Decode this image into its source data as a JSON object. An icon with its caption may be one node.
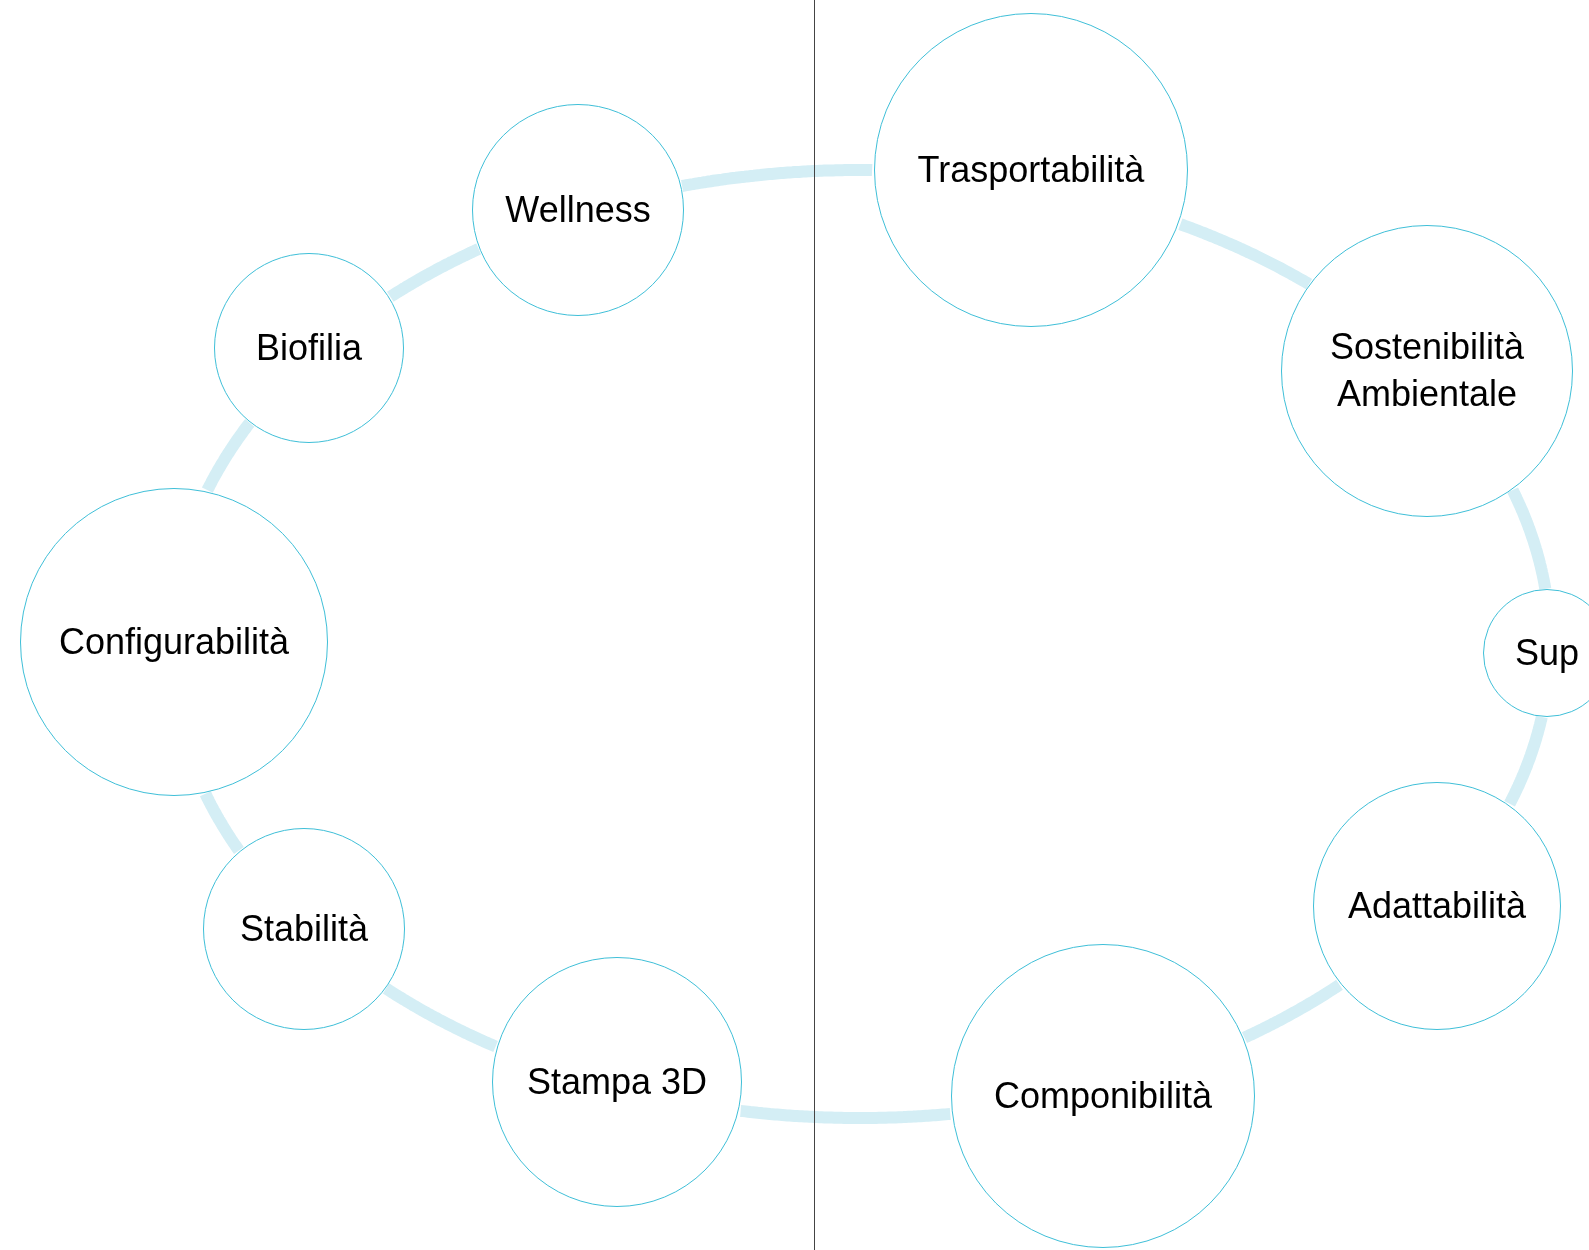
{
  "diagram": {
    "nodes": [
      {
        "text": [
          "Wellness"
        ]
      },
      {
        "text": [
          "Biofilia"
        ]
      },
      {
        "text": [
          "Configurabilità"
        ]
      },
      {
        "text": [
          "Stabilità"
        ]
      },
      {
        "text": [
          "Stampa 3D"
        ]
      },
      {
        "text": [
          "Trasportabilità"
        ]
      },
      {
        "text": [
          "Sostenibilità Ambientale"
        ]
      },
      {
        "text": [
          "Sup"
        ]
      },
      {
        "text": [
          "Adattabilità"
        ]
      },
      {
        "text": [
          "Componibilità"
        ]
      }
    ],
    "edges": [
      {
        "from": 0,
        "to": 5,
        "arrow": "none"
      },
      {
        "from": 5,
        "to": 6,
        "arrow": "none"
      },
      {
        "from": 6,
        "to": 7,
        "arrow": "none"
      },
      {
        "from": 7,
        "to": 8,
        "arrow": "none"
      },
      {
        "from": 8,
        "to": 9,
        "arrow": "none"
      },
      {
        "from": 9,
        "to": 4,
        "arrow": "none"
      },
      {
        "from": 4,
        "to": 3,
        "arrow": "none"
      },
      {
        "from": 3,
        "to": 2,
        "arrow": "none"
      },
      {
        "from": 2,
        "to": 1,
        "arrow": "none"
      },
      {
        "from": 1,
        "to": 0,
        "arrow": "none"
      }
    ]
  }
}
